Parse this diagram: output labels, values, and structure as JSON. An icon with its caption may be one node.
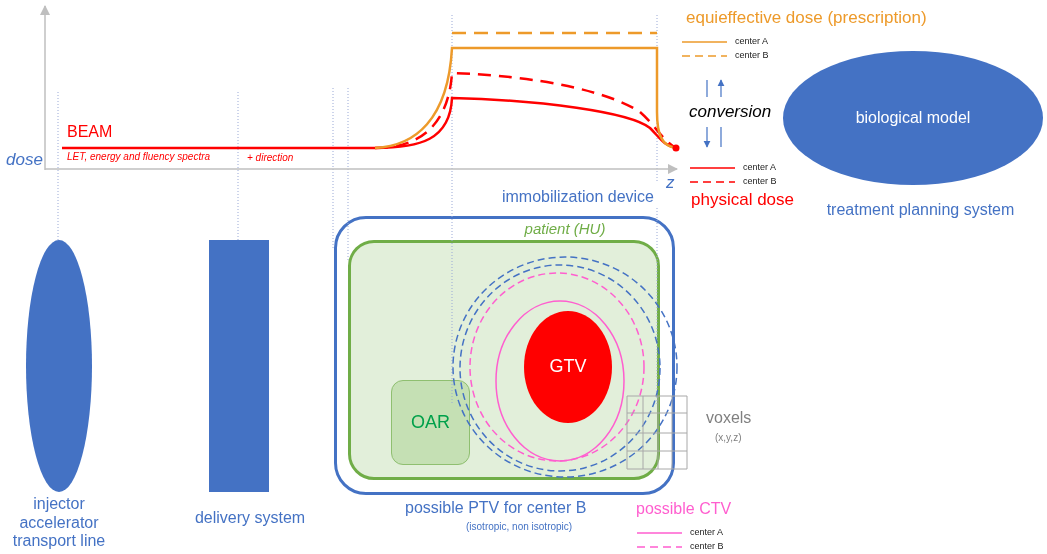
{
  "diagram": {
    "nodes": [
      {
        "text": [
          "injector accelerator transport line"
        ]
      },
      {
        "text": [
          "delivery system"
        ]
      },
      {
        "text": [
          "immobilization device"
        ]
      },
      {
        "text": [
          "patient (HU)"
        ],
        "in": 2
      },
      {
        "text": [
          "OAR"
        ],
        "in": 3
      },
      {
        "text": [
          "GTV"
        ],
        "in": 3
      },
      {
        "text": [
          "biological model",
          "treatment planning system"
        ]
      }
    ],
    "labels": [
      "equieffective dose (prescription)",
      "BEAM",
      "conversion",
      "LET, energy and fluency spectra",
      "dose",
      "+ direction",
      "z",
      "physical dose",
      "voxels",
      "(x,y,z)",
      "possible PTV for center B",
      "(isotropic, non isotropic)",
      "possible CTV"
    ],
    "legend": [
      {
        "text": "center A"
      },
      {
        "text": "center B"
      },
      {
        "text": "center A"
      },
      {
        "text": "center B"
      },
      {
        "text": "center A"
      },
      {
        "text": "center B"
      }
    ]
  }
}
